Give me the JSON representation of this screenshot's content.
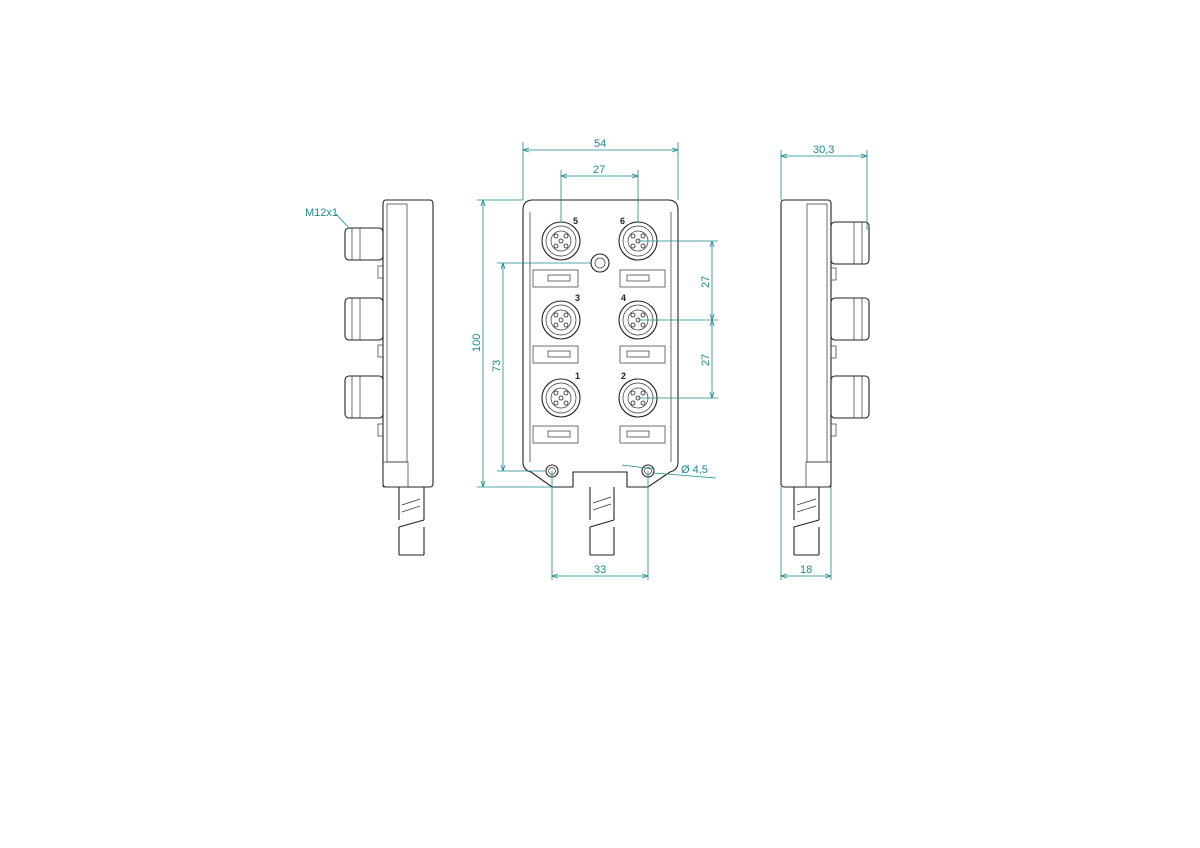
{
  "colors": {
    "line": "#222222",
    "dimension": "#1a8a8a",
    "background": "#ffffff"
  },
  "dimensions": {
    "overall_width": "54",
    "port_spacing_horizontal": "27",
    "side_depth": "30,3",
    "overall_height": "100",
    "mount_hole_height": "73",
    "port_pitch_upper": "27",
    "port_pitch_lower": "27",
    "mount_hole_spacing": "33",
    "body_depth": "18",
    "hole_diameter": "Ø 4,5",
    "thread": "M12x1"
  },
  "ports": [
    "5",
    "6",
    "3",
    "4",
    "1",
    "2"
  ]
}
